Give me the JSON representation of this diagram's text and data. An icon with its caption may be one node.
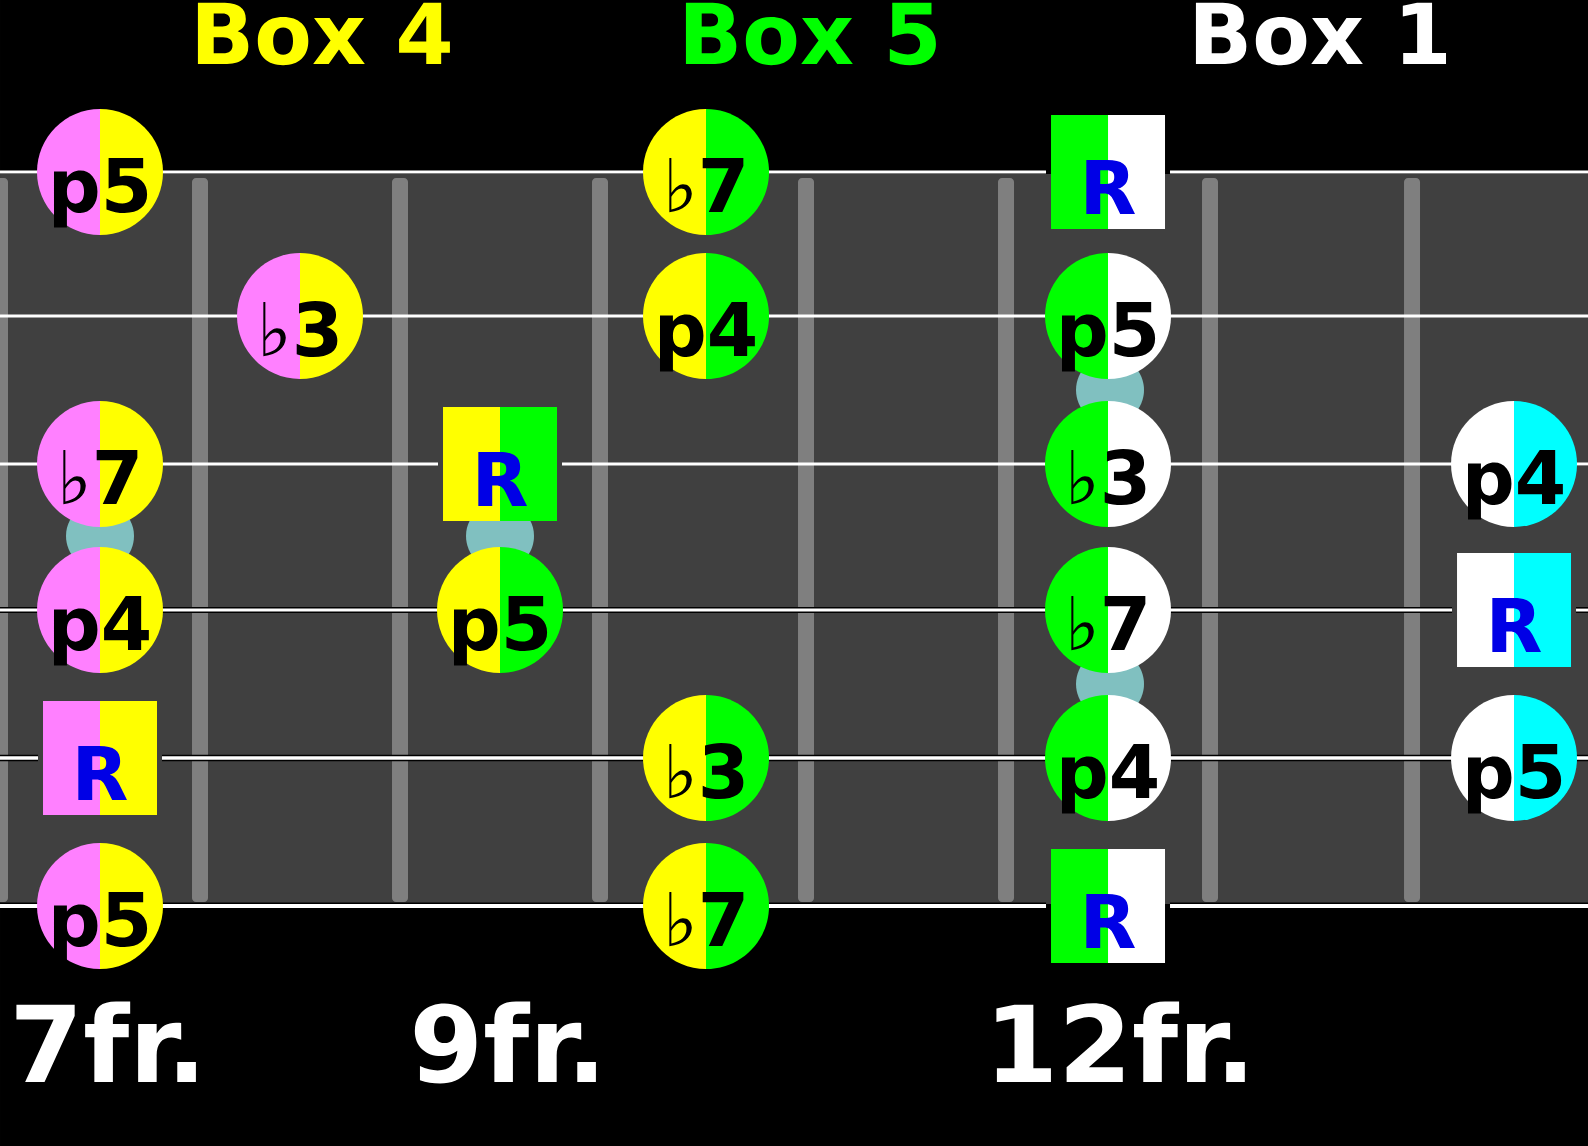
{
  "diagram": {
    "nodes": [
      {
        "text": [
          "p5"
        ]
      },
      {
        "text": [
          "♭7"
        ]
      },
      {
        "text": [
          "R"
        ]
      },
      {
        "text": [
          "♭3"
        ]
      },
      {
        "text": [
          "p4"
        ]
      },
      {
        "text": [
          "p5"
        ]
      },
      {
        "text": [
          "♭7"
        ]
      },
      {
        "text": [
          "R"
        ]
      },
      {
        "text": [
          "♭3"
        ]
      },
      {
        "text": [
          "p4"
        ]
      },
      {
        "text": [
          "p4"
        ]
      },
      {
        "text": [
          "p5"
        ]
      },
      {
        "text": [
          "♭7"
        ]
      },
      {
        "text": [
          "R"
        ]
      },
      {
        "text": [
          "R"
        ]
      },
      {
        "text": [
          "♭3"
        ]
      },
      {
        "text": [
          "p4"
        ]
      },
      {
        "text": [
          "p5"
        ]
      },
      {
        "text": [
          "p5"
        ]
      },
      {
        "text": [
          "♭7"
        ]
      },
      {
        "text": [
          "R"
        ]
      }
    ],
    "labels": [
      "Box 4",
      "Box 5",
      "Box 1",
      "7fr.",
      "9fr.",
      "12fr."
    ]
  }
}
